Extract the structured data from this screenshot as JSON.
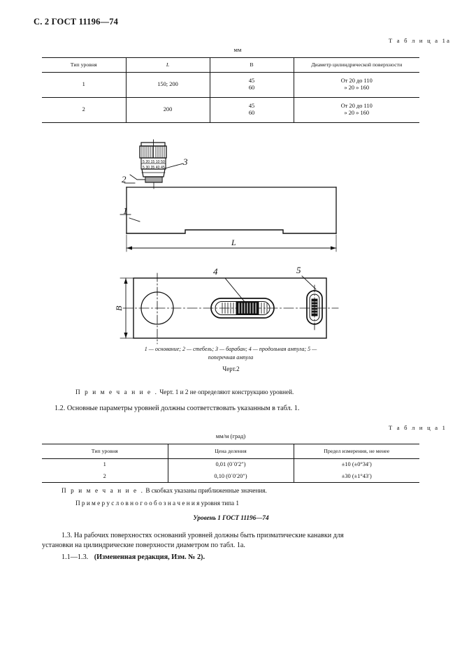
{
  "page": {
    "header": "С. 2 ГОСТ 11196—74"
  },
  "table_1a": {
    "caption": "Т а б л и ц а  1а",
    "units": "мм",
    "headers": [
      "Тип уровня",
      "L",
      "B",
      "Диаметр цилиндрической поверхности"
    ],
    "rows": [
      {
        "type": "1",
        "L": "150; 200",
        "B": [
          "45",
          "60"
        ],
        "diameter": [
          "От 20 до 110",
          "»   20   »  160"
        ]
      },
      {
        "type": "2",
        "L": "200",
        "B": [
          "45",
          "60"
        ],
        "diameter": [
          "От 20 до 110",
          "»   20   »  160"
        ]
      }
    ]
  },
  "figure": {
    "legend_line1": "1 — основание; 2 — стебель; 3 — барабан; 4 — продольная ампула; 5 —",
    "legend_line2": "поперечная ампула",
    "caption": "Черт.2",
    "callouts": {
      "c1": "1",
      "c2": "2",
      "c3": "3",
      "c4": "4",
      "c5": "5"
    },
    "dimensions": {
      "length": "L",
      "width": "B"
    },
    "drum_scale_top": "5 20 15 10 5 0",
    "drum_scale_bottom": "5 30 35 40 45"
  },
  "notes": {
    "note_fig": {
      "label": "П р и м е ч а н и е .",
      "text": " Черт. 1 и 2 не определяют конструкцию уровней."
    },
    "clause_1_2": "1.2.  Основные параметры уровней должны соответствовать указанным в табл. 1.",
    "note_tbl1": {
      "label": "П р и м е ч а н и е .",
      "text": "  В скобках указаны приближенные значения."
    }
  },
  "table_1": {
    "caption": "Т а б л и ц а  1",
    "units": "мм/м (град)",
    "headers": [
      "Тип уровня",
      "Цена деления",
      "Предел измерения, не менее"
    ],
    "rows": [
      {
        "type": "1",
        "division": "0,01 (0´0′2″)",
        "limit": "±10  (±0°34′)"
      },
      {
        "type": "2",
        "division": "0,10 (0´0′20″)",
        "limit": "±30  (±1°43′)"
      }
    ]
  },
  "designation": {
    "intro": "П р и м е р   у с л о в н о г о   о б о з н а ч е н и я   уровня типа 1",
    "example": "Уровень 1 ГОСТ 11196—74"
  },
  "clauses": {
    "clause_1_3_line1": "1.3.  На рабочих поверхностях оснований уровней должны быть призматические канавки для",
    "clause_1_3_line2": "установки на цилиндрические поверхности диаметром по табл. 1а.",
    "clause_revision_num": "1.1—1.3.",
    "clause_revision_text": "(Измененная редакция, Изм. № 2)."
  },
  "colors": {
    "ink": "#111111",
    "paper": "#ffffff"
  }
}
